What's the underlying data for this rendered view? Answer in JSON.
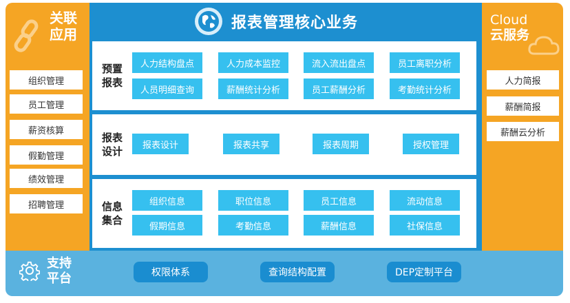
{
  "left_panel": {
    "title_line1": "关联",
    "title_line2": "应用",
    "items": [
      "组织管理",
      "员工管理",
      "薪资核算",
      "假勤管理",
      "绩效管理",
      "招聘管理"
    ]
  },
  "center": {
    "title": "报表管理核心业务",
    "sections": [
      {
        "label_line1": "预置",
        "label_line2": "报表",
        "rows": [
          [
            "人力结构盘点",
            "人力成本监控",
            "流入流出盘点",
            "员工离职分析"
          ],
          [
            "人员明细查询",
            "薪酬统计分析",
            "员工薪酬分析",
            "考勤统计分析"
          ]
        ]
      },
      {
        "label_line1": "报表",
        "label_line2": "设计",
        "rows": [
          [
            "报表设计",
            "报表共享",
            "报表周期",
            "授权管理"
          ]
        ]
      },
      {
        "label_line1": "信息",
        "label_line2": "集合",
        "rows": [
          [
            "组织信息",
            "职位信息",
            "员工信息",
            "流动信息"
          ],
          [
            "假期信息",
            "考勤信息",
            "薪酬信息",
            "社保信息"
          ]
        ]
      }
    ]
  },
  "right_panel": {
    "title_line1": "Cloud",
    "title_line2": "云服务",
    "items": [
      "人力简报",
      "薪酬简报",
      "薪酬云分析"
    ]
  },
  "bottom": {
    "label_line1": "支持",
    "label_line2": "平台",
    "items": [
      "权限体系",
      "查询结构配置",
      "DEP定制平台"
    ]
  },
  "colors": {
    "orange": "#f5a524",
    "blue": "#1d8fd0",
    "cyan": "#36c0ef",
    "light_blue": "#5ab2df"
  },
  "icons": {
    "left": "link-icon",
    "right": "cloud-icon",
    "center": "globe-icon",
    "bottom": "gear-icon"
  }
}
